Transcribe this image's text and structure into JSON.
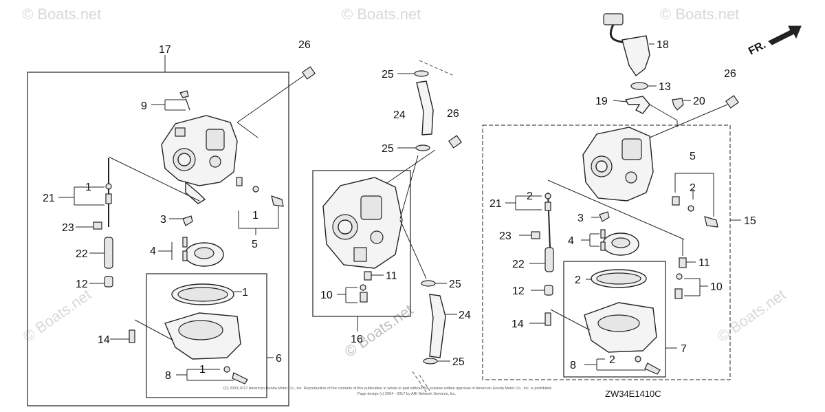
{
  "watermark": "© Boats.net",
  "orientation_label": "FR.",
  "diagram_code": "ZW34E1410C",
  "copyright": {
    "line1": "(C) 2003-2017 American Honda Motor Co., Inc. Reproduction of the contents of this publication in whole or part without the express written approval of American Honda Motor Co., Inc. is prohibited.",
    "line2": "Page design (c) 2004 - 2017 by ARI Network Services, Inc."
  },
  "callouts": {
    "n17": "17",
    "n26a": "26",
    "n9": "9",
    "n21a": "21",
    "n1a": "1",
    "n23a": "23",
    "n22a": "22",
    "n12a": "12",
    "n3a": "3",
    "n4a": "4",
    "n1b": "1",
    "n5a": "5",
    "n1c": "1",
    "n14a": "14",
    "n6": "6",
    "n8a": "8",
    "n1d": "1",
    "n25a": "25",
    "n24a": "24",
    "n26b": "26",
    "n25b": "25",
    "n11a": "11",
    "n10a": "10",
    "n16": "16",
    "n25c": "25",
    "n24b": "24",
    "n25d": "25",
    "n18": "18",
    "n13": "13",
    "n19": "19",
    "n20": "20",
    "n26c": "26",
    "n5b": "5",
    "n2a": "2",
    "n21b": "21",
    "n2b": "2",
    "n3b": "3",
    "n15": "15",
    "n23b": "23",
    "n4b": "4",
    "n22b": "22",
    "n11b": "11",
    "n12b": "12",
    "n2c": "2",
    "n10b": "10",
    "n14b": "14",
    "n7": "7",
    "n8b": "8",
    "n2d": "2"
  }
}
